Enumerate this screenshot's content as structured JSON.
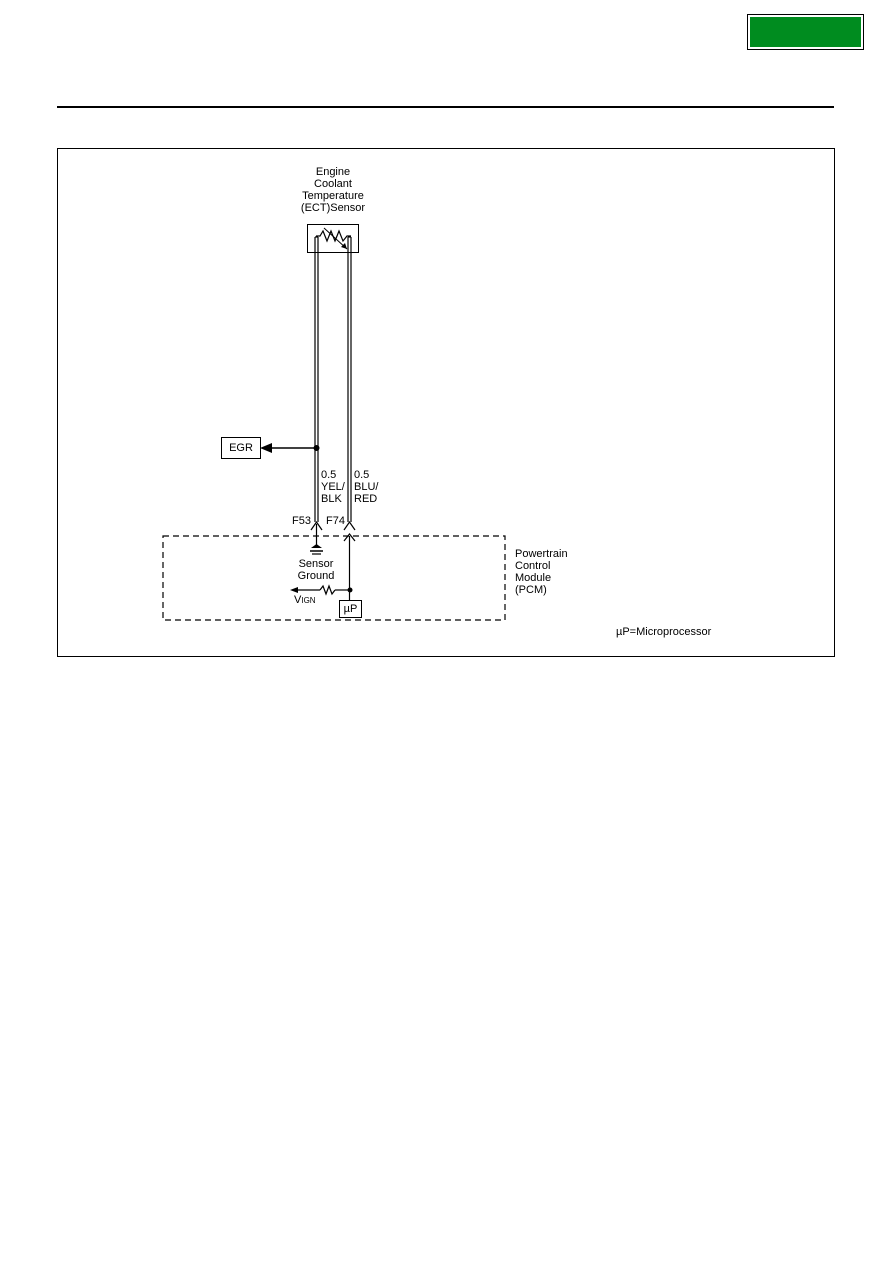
{
  "header": {
    "badge_color": "#008c1f"
  },
  "diagram": {
    "sensor": {
      "name_line1": "Engine",
      "name_line2": "Coolant",
      "name_line3": "Temperature",
      "name_line4": "(ECT)Sensor"
    },
    "egr_label": "EGR",
    "wire_left": {
      "gauge": "0.5",
      "color_line1": "YEL/",
      "color_line2": "BLK",
      "terminal": "F53"
    },
    "wire_right": {
      "gauge": "0.5",
      "color_line1": "BLU/",
      "color_line2": "RED",
      "terminal": "F74"
    },
    "pcm": {
      "ground_line1": "Sensor",
      "ground_line2": "Ground",
      "vign_main": "V",
      "vign_sub": "IGN",
      "microprocessor": "µP",
      "name_line1": "Powertrain",
      "name_line2": "Control",
      "name_line3": "Module",
      "name_line4": "(PCM)"
    },
    "legend": "µP=Microprocessor"
  }
}
